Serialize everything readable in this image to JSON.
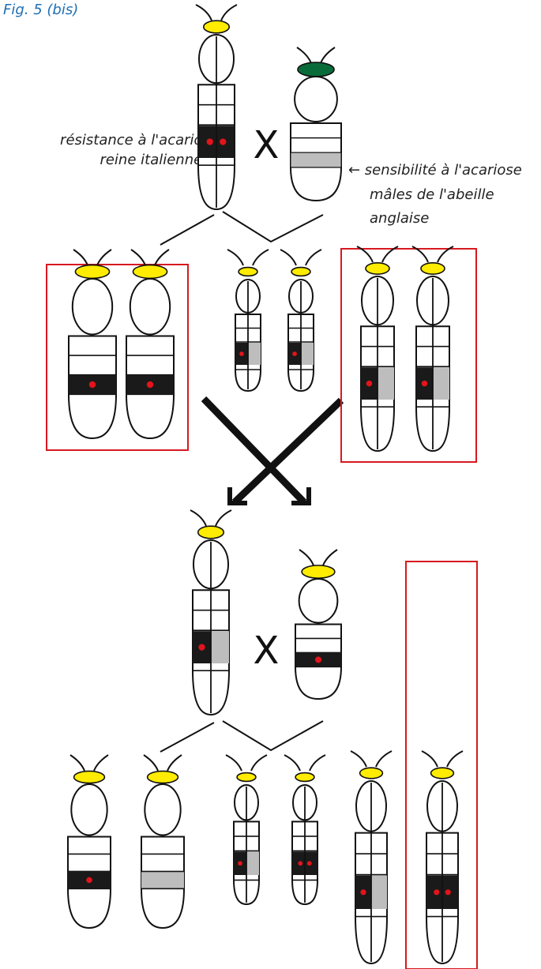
{
  "figure_label": "Fig. 5 (bis)",
  "labels": {
    "resistance_line1": "résistance à l'acariose",
    "resistance_line2": "reine italienne →",
    "sensitivity_line1": "← sensibilité à l'acariose",
    "sensitivity_line2": "mâles de l'abeille",
    "sensitivity_line3": "anglaise"
  },
  "cross_symbol": "X",
  "colors": {
    "head_yellow": "#ffec00",
    "head_green": "#0a6b3a",
    "segment_black": "#1a1a1a",
    "segment_gray": "#bdbdbd",
    "marker_red": "#e3141b",
    "highlight_box": "#d71920",
    "figure_label": "#1f6fb5"
  }
}
